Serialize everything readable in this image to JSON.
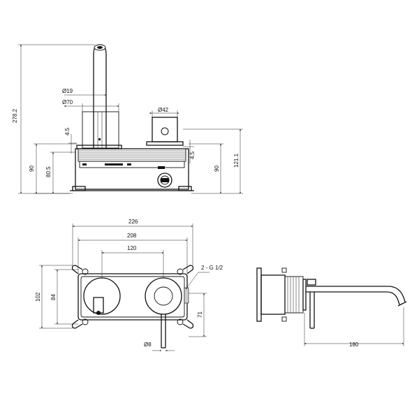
{
  "front_view": {
    "dim_spout_diameter": "Ø19",
    "dim_spout_base_diameter": "Ø70",
    "dim_handle_diameter": "Ø42",
    "dim_total_height": "278.2",
    "dim_rosette_thickness_left": "4.5",
    "dim_rosette_thickness_right": "4.5",
    "dim_body_height_left": "90",
    "dim_body_depth": "80.5",
    "dim_body_height_right": "90",
    "dim_handle_height": "121.1"
  },
  "plan_view": {
    "dim_overall_width": "226",
    "dim_mounting_width": "208",
    "dim_axis_distance": "120",
    "dim_overall_height": "102",
    "dim_mounting_height": "84",
    "dim_connection_height": "71",
    "dim_lever_diameter": "Ø8",
    "label_connections": "2 - G 1/2"
  },
  "side_view": {
    "dim_spout_projection": "180"
  }
}
